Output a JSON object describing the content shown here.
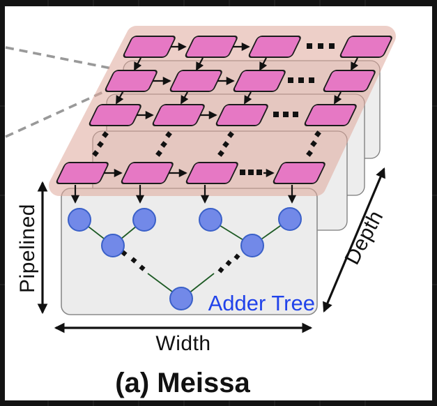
{
  "figure": {
    "caption": "(a) Meissa",
    "labels": {
      "pipelined": "Pipelined",
      "width": "Width",
      "depth": "Depth",
      "adder_tree": "Adder Tree"
    },
    "colors": {
      "pe_fill": "#e678c4",
      "pe_border": "#1c1c1c",
      "highlight_plane_pink": "#e0a99c",
      "plane_card_fill": "#ededed",
      "adder_node_fill": "#7289e8",
      "adder_node_border": "#3a60c8",
      "tree_edge_green": "#1d5a24",
      "adder_tree_label_blue": "#2143ea",
      "arrow_black": "#111111",
      "callout_dash_gray": "#999999",
      "frame_background": "#131313",
      "canvas_background": "#ffffff"
    },
    "structure": {
      "pe_rows_visible": 4,
      "pes_per_row_visible": 4,
      "row_ellipsis": "...",
      "column_ellipsis": "vertical-dots",
      "stacked_planes_visible": 5,
      "adder_tree_levels_visible": 3,
      "adder_tree_nodes_visible": 7,
      "callout_dashed_lines": 2
    }
  }
}
